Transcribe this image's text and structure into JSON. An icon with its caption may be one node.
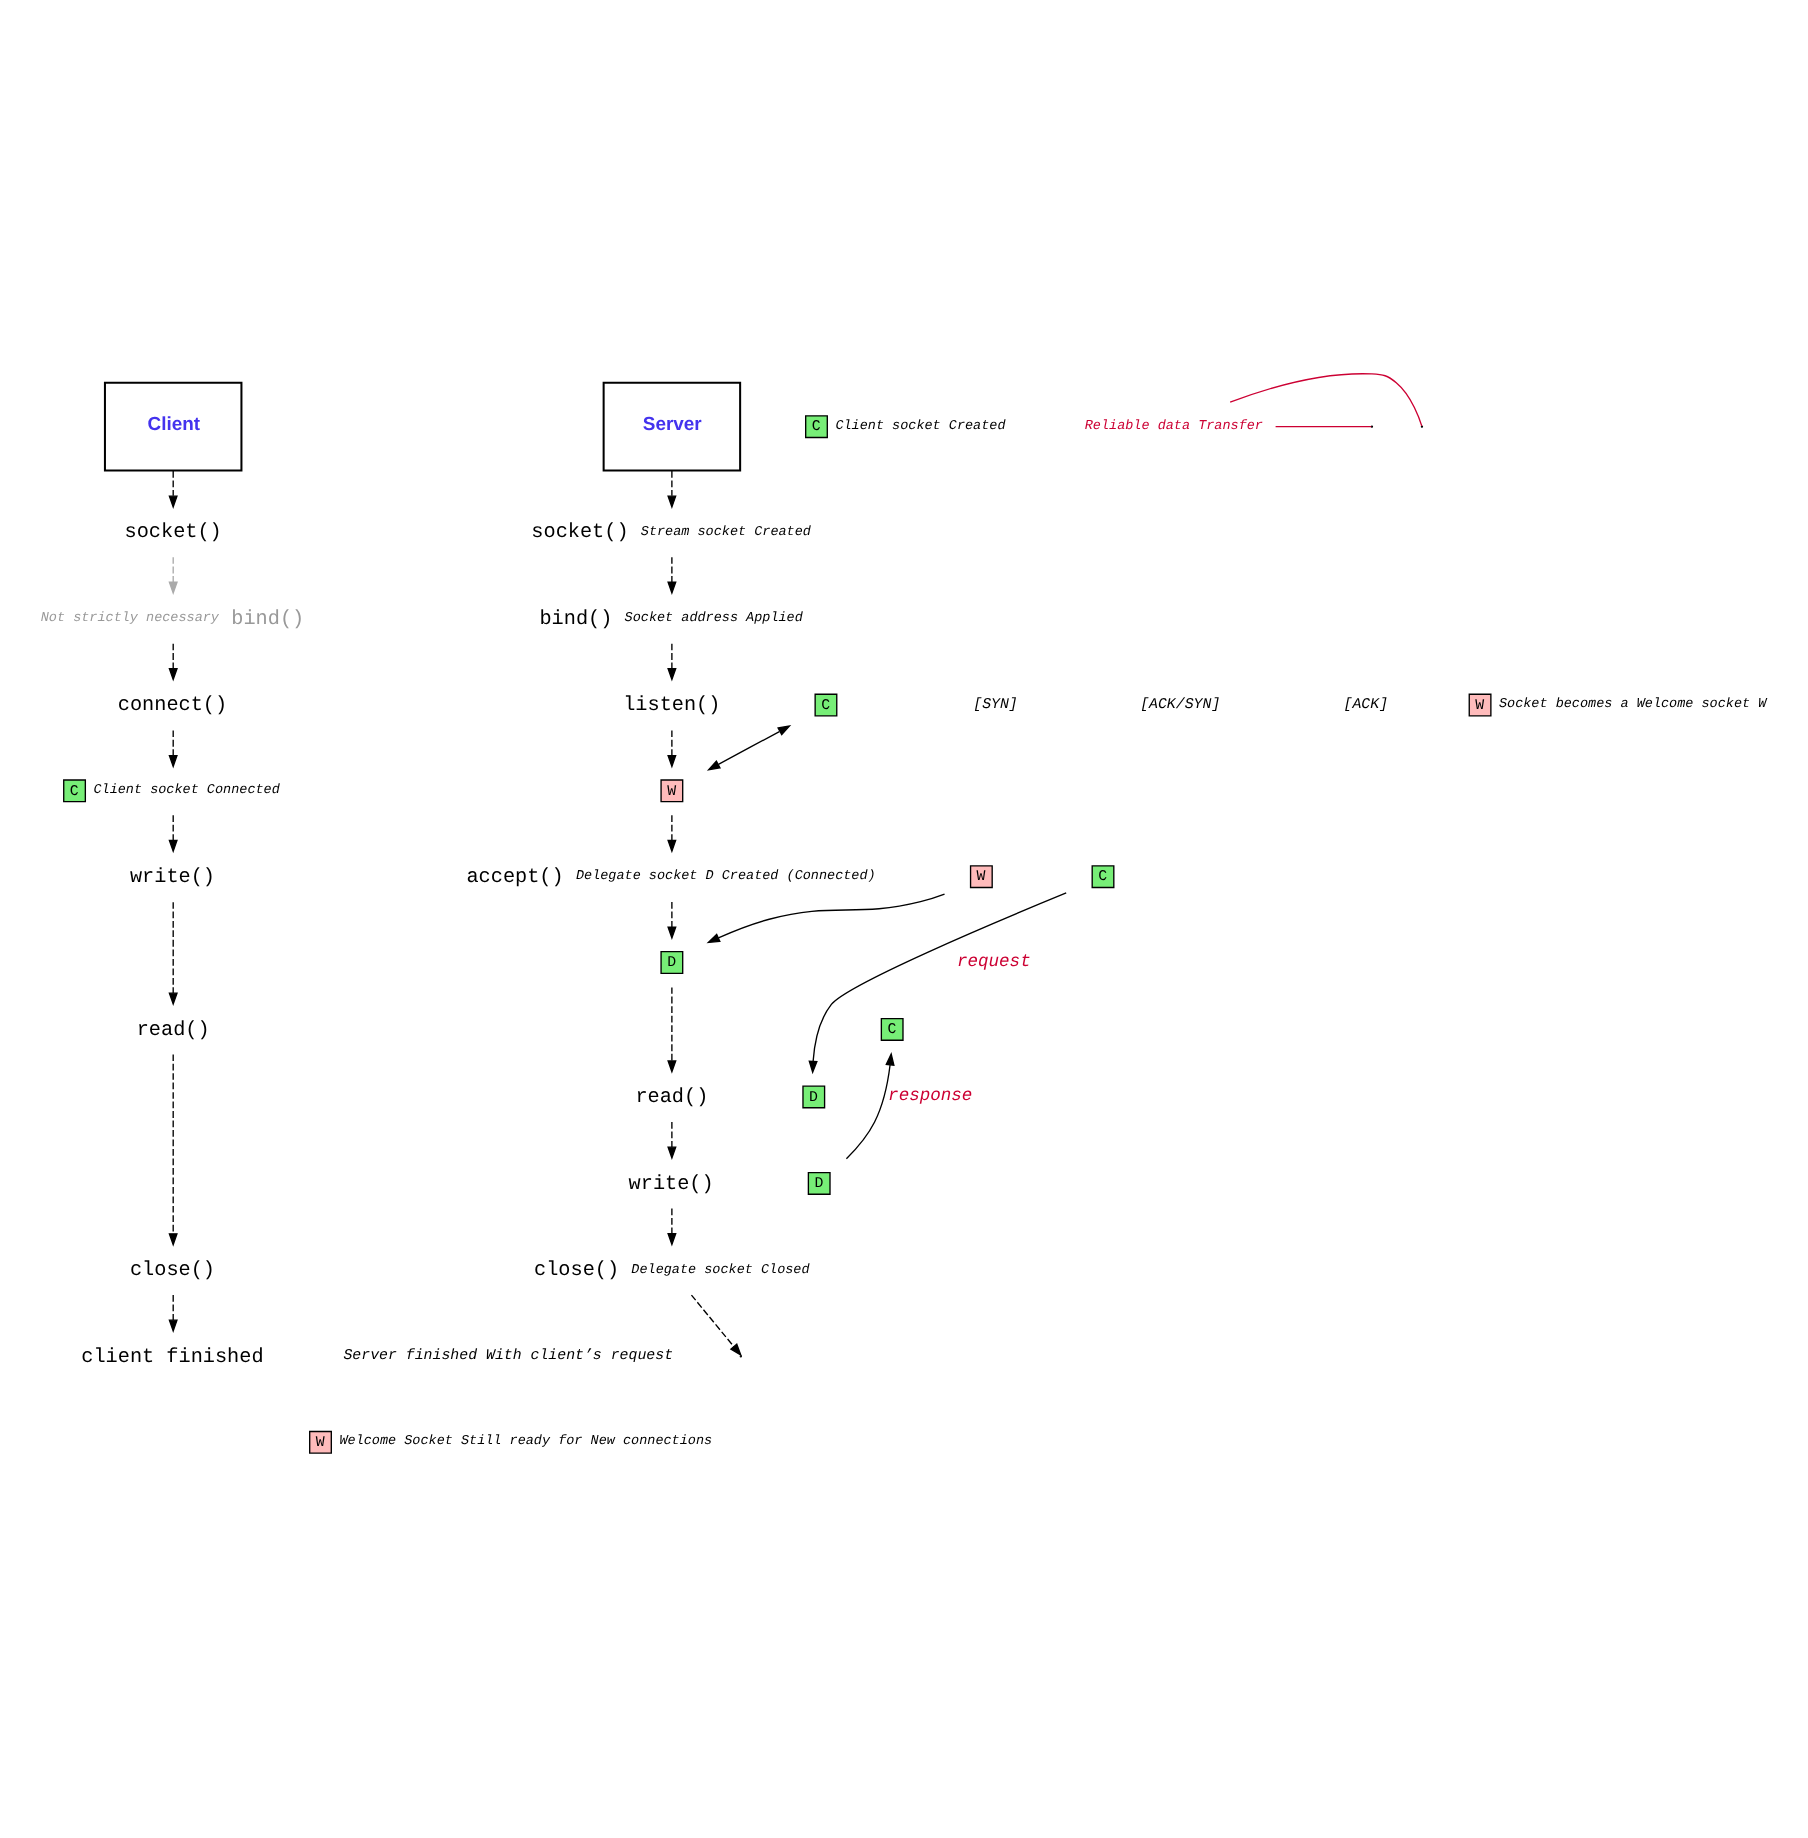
{
  "diagram": {
    "nodes": [
      {
        "text": [
          "Client"
        ]
      },
      {
        "text": [
          "Server"
        ]
      },
      {
        "text": [
          "socket()"
        ],
        "beside": [
          "Stream socket Created"
        ]
      },
      {
        "text": [
          "socket()"
        ]
      },
      {
        "text": [
          "C"
        ],
        "beside": [
          "Client socket Created"
        ]
      },
      {
        "text": [
          "bind()"
        ],
        "beside": [
          "Socket address Applied"
        ]
      },
      {
        "text": [
          "bind()"
        ],
        "beside": [
          "Not strictly necessary"
        ]
      },
      {
        "text": [
          "listen()"
        ]
      },
      {
        "text": [
          "W"
        ],
        "beside": [
          "Socket becomes a Welcome socket W"
        ]
      },
      {
        "text": [
          "connect()"
        ]
      },
      {
        "text": [
          "C"
        ]
      },
      {
        "text": [
          "W"
        ]
      },
      {
        "text": [
          "C"
        ],
        "beside": [
          "Client socket Connected"
        ]
      },
      {
        "text": [
          "accept()"
        ],
        "beside": [
          "Delegate socket D Created (Connected)"
        ]
      },
      {
        "text": [
          "W"
        ]
      },
      {
        "text": [
          "D"
        ]
      },
      {
        "text": [
          "write()"
        ]
      },
      {
        "text": [
          "C"
        ]
      },
      {
        "text": [
          "D"
        ]
      },
      {
        "text": [
          "read()"
        ]
      },
      {
        "text": [
          "read()"
        ]
      },
      {
        "text": [
          "C"
        ]
      },
      {
        "text": [
          "D"
        ]
      },
      {
        "text": [
          "write()"
        ]
      },
      {
        "text": [
          "close()"
        ]
      },
      {
        "text": [
          "close()"
        ],
        "beside": [
          "Delegate socket Closed"
        ]
      },
      {
        "text": [
          "client finished"
        ]
      },
      {
        "text": [
          "W"
        ],
        "beside": [
          "Welcome Socket Still ready for New connections"
        ]
      },
      {
        "text": [
          "Reliable data Transfer"
        ]
      }
    ],
    "edges": [
      {
        "from": 0,
        "to": 3,
        "arrow": "to",
        "style": "dashed"
      },
      {
        "from": 3,
        "to": 6,
        "arrow": "to",
        "style": "dashed",
        "color": "#aaaaaa"
      },
      {
        "from": 6,
        "to": 9,
        "arrow": "to",
        "style": "dashed"
      },
      {
        "from": 9,
        "to": 12,
        "arrow": "to",
        "style": "dashed"
      },
      {
        "from": 12,
        "to": 16,
        "arrow": "to",
        "style": "dashed"
      },
      {
        "from": 16,
        "to": 20,
        "arrow": "to",
        "style": "dashed"
      },
      {
        "from": 20,
        "to": 24,
        "arrow": "to",
        "style": "dashed"
      },
      {
        "from": 24,
        "to": 26,
        "arrow": "to",
        "style": "dashed"
      },
      {
        "from": 1,
        "to": 2,
        "arrow": "to",
        "style": "dashed"
      },
      {
        "from": 2,
        "to": 5,
        "arrow": "to",
        "style": "dashed"
      },
      {
        "from": 5,
        "to": 7,
        "arrow": "to",
        "style": "dashed"
      },
      {
        "from": 7,
        "to": 11,
        "arrow": "to",
        "style": "dashed"
      },
      {
        "from": 11,
        "to": 13,
        "arrow": "to",
        "style": "dashed"
      },
      {
        "from": 13,
        "to": 15,
        "arrow": "to",
        "style": "dashed"
      },
      {
        "from": 15,
        "to": 19,
        "arrow": "to",
        "style": "dashed"
      },
      {
        "from": 19,
        "to": 23,
        "arrow": "to",
        "style": "dashed"
      },
      {
        "from": 23,
        "to": 25,
        "arrow": "to",
        "style": "dashed"
      },
      {
        "from": 25,
        "to": null,
        "arrow": "to",
        "style": "dashed"
      },
      {
        "from": 10,
        "to": 11,
        "arrow": "both"
      },
      {
        "from": 14,
        "to": 15,
        "arrow": "to"
      },
      {
        "from": 17,
        "to": 18,
        "arrow": "to",
        "label": "request"
      },
      {
        "from": 22,
        "to": 21,
        "arrow": "to",
        "label": "response"
      },
      {
        "from": 28,
        "to": null,
        "arrow": "none",
        "color": "#cc0033"
      },
      {
        "from": 28,
        "to": null,
        "arrow": "none",
        "color": "#cc0033"
      }
    ],
    "labels": [
      "[SYN]",
      "[ACK/SYN]",
      "[ACK]",
      "Server finished With client’s request"
    ]
  }
}
